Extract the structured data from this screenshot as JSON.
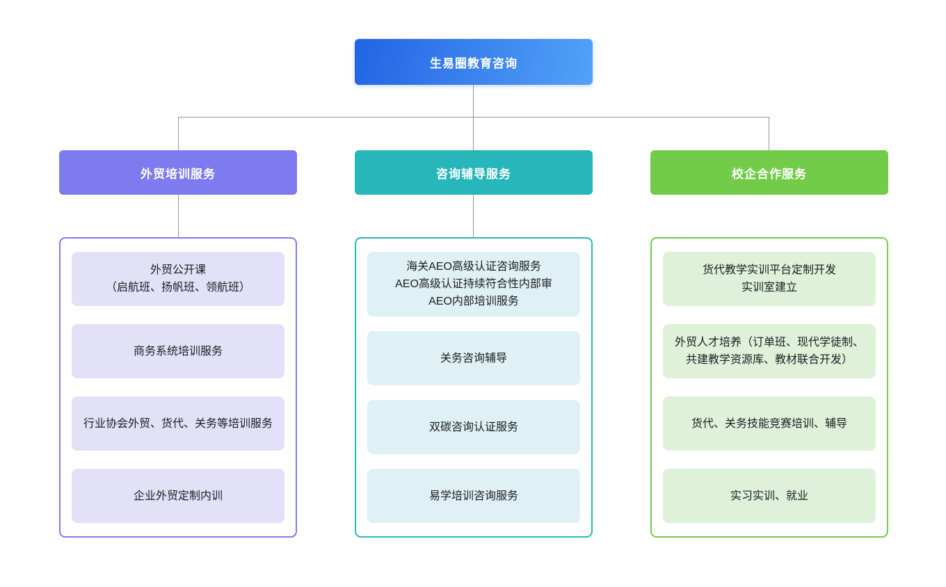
{
  "colors": {
    "root_grad_start": "#2264e4",
    "root_grad_end": "#53a1f8",
    "branch1": "#7d7bef",
    "branch1_light": "#e3e1f8",
    "branch2": "#27b6ba",
    "branch2_light": "#dff1f4",
    "branch3": "#72cb49",
    "branch3_light": "#e0f1da",
    "line": "#8e96a0",
    "text_dark": "#1b1d22"
  },
  "root": {
    "label": "生易圈教育咨询"
  },
  "branches": [
    {
      "label": "外贸培训服务",
      "items": [
        "外贸公开课\n（启航班、扬帆班、领航班）",
        "商务系统培训服务",
        "行业协会外贸、货代、关务等培训服务",
        "企业外贸定制内训"
      ]
    },
    {
      "label": "咨询辅导服务",
      "items": [
        "海关AEO高级认证咨询服务\nAEO高级认证持续符合性内部审\nAEO内部培训服务",
        "关务咨询辅导",
        "双碳咨询认证服务",
        "易学培训咨询服务"
      ]
    },
    {
      "label": "校企合作服务",
      "items": [
        "货代教学实训平台定制开发\n实训室建立",
        "外贸人才培养（订单班、现代学徒制、共建教学资源库、教材联合开发）",
        "货代、关务技能竞赛培训、辅导",
        "实习实训、就业"
      ]
    }
  ]
}
